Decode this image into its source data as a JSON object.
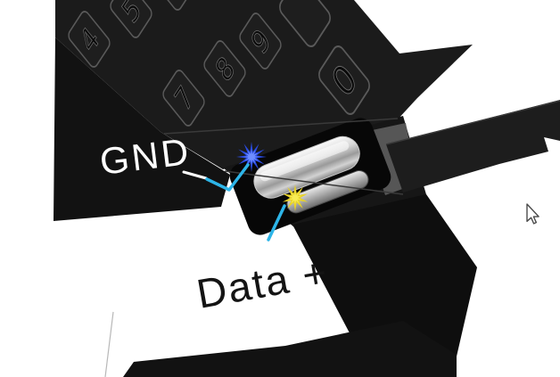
{
  "viewport": {
    "background_color": "#ffffff"
  },
  "model": {
    "body_color": "#1b1b1b",
    "connector_color": "#c9c9c9",
    "keypad_digits": [
      "4",
      "5",
      "7",
      "8",
      "9",
      "0"
    ]
  },
  "annotations": {
    "leader_color": "#2db5e8",
    "gnd": {
      "label": "GND",
      "text_color": "#ffffff",
      "marker_color": "#2a4be0"
    },
    "data_plus": {
      "label": "Data +",
      "text_color": "#141414",
      "marker_color": "#e8d226"
    }
  },
  "cursor": {
    "name": "arrow-cursor"
  }
}
